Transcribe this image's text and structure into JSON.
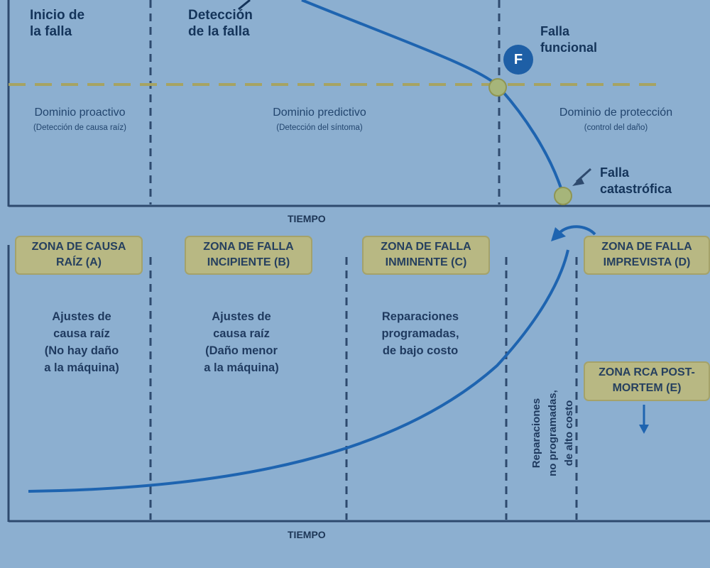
{
  "top_chart": {
    "labels": {
      "inicio_falla": [
        "Inicio de",
        "la falla"
      ],
      "deteccion_falla": [
        "Detección",
        "de la falla"
      ],
      "falla_funcional": [
        "Falla",
        "funcional"
      ],
      "falla_catastrofica": [
        "Falla",
        "catastrófica"
      ],
      "f_marker": "F"
    },
    "domains": [
      {
        "title": "Dominio proactivo",
        "subtitle": "(Detección de causa raíz)"
      },
      {
        "title": "Dominio predictivo",
        "subtitle": "(Detección del síntoma)"
      },
      {
        "title": "Dominio de protección",
        "subtitle": "(control del daño)"
      }
    ],
    "x_axis_label": "TIEMPO"
  },
  "bottom_chart": {
    "zones": [
      {
        "lines": [
          "ZONA DE CAUSA",
          "RAÍZ (A)"
        ]
      },
      {
        "lines": [
          "ZONA DE FALLA",
          "INCIPIENTE (B)"
        ]
      },
      {
        "lines": [
          "ZONA DE FALLA",
          "INMINENTE (C)"
        ]
      },
      {
        "lines": [
          "ZONA DE FALLA",
          "IMPREVISTA (D)"
        ]
      },
      {
        "lines": [
          "ZONA RCA POST-",
          "MORTEM (E)"
        ]
      }
    ],
    "descriptions": [
      {
        "lines": [
          "Ajustes de",
          "causa raíz",
          "(No hay daño",
          "a la máquina)"
        ]
      },
      {
        "lines": [
          "Ajustes de",
          "causa raíz",
          "(Daño menor",
          "a la máquina)"
        ]
      },
      {
        "lines": [
          "Reparaciones",
          "programadas,",
          "de bajo costo"
        ]
      }
    ],
    "vertical_text": {
      "lines": [
        "Reparaciones",
        "no programadas,",
        "de alto costo"
      ]
    },
    "x_axis_label": "TIEMPO"
  },
  "colors": {
    "background": "#8cafd0",
    "curve": "#1e64b0",
    "threshold_dashed": "#a6a362",
    "divider": "#2e4a6e",
    "marker_fill": "#a6b57a",
    "zone_fill": "#b8b883",
    "text": "#14345a"
  }
}
